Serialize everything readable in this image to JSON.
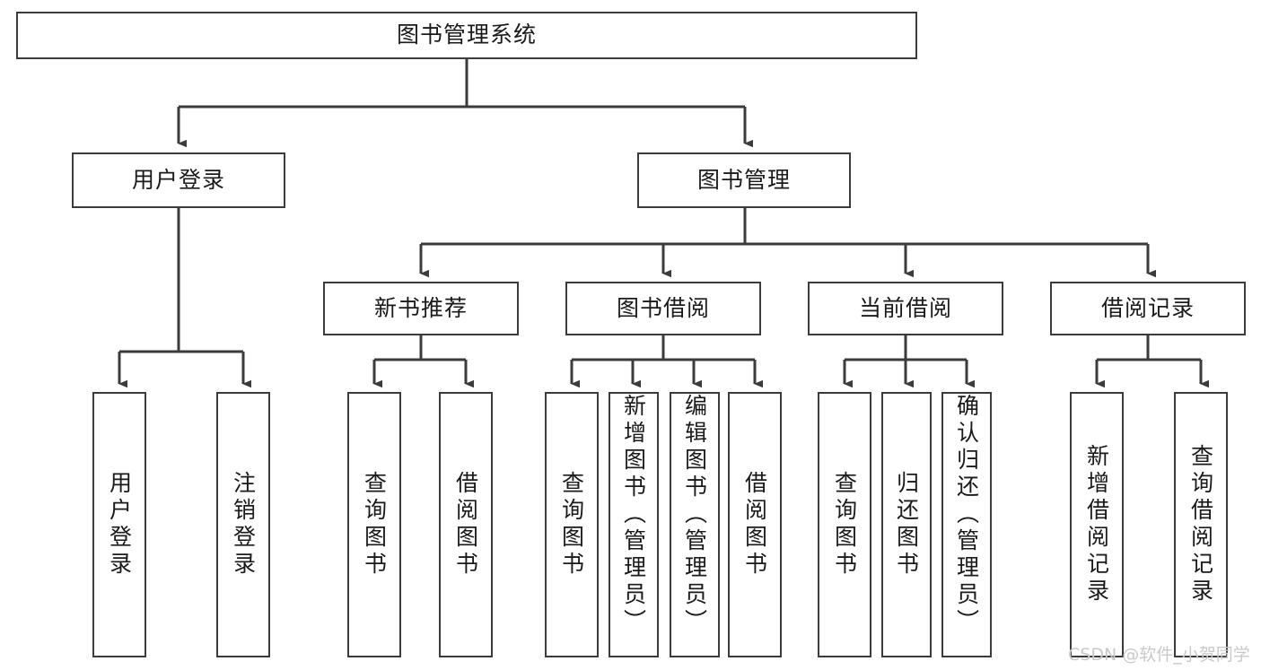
{
  "diagram": {
    "title": "图书管理系统",
    "type": "tree-hierarchy",
    "root": {
      "label": "图书管理系统"
    },
    "level2": [
      {
        "label": "用户登录"
      },
      {
        "label": "图书管理"
      }
    ],
    "level3": [
      {
        "label": "新书推荐"
      },
      {
        "label": "图书借阅"
      },
      {
        "label": "当前借阅"
      },
      {
        "label": "借阅记录"
      }
    ],
    "leaves": {
      "user_login": [
        {
          "label": "用户登录"
        },
        {
          "label": "注销登录"
        }
      ],
      "new_book_recommend": [
        {
          "label": "查询图书"
        },
        {
          "label": "借阅图书"
        }
      ],
      "book_borrow": [
        {
          "label": "查询图书"
        },
        {
          "label": "新增图书（管理员）"
        },
        {
          "label": "编辑图书（管理员）"
        },
        {
          "label": "借阅图书"
        }
      ],
      "current_borrow": [
        {
          "label": "查询图书"
        },
        {
          "label": "归还图书"
        },
        {
          "label": "确认归还（管理员）"
        }
      ],
      "borrow_record": [
        {
          "label": "新增借阅记录"
        },
        {
          "label": "查询借阅记录"
        }
      ]
    }
  },
  "watermark": {
    "text": "CSDN @软件_小贺同学"
  },
  "colors": {
    "border": "#3b3b3b",
    "text": "#1a1a1a",
    "background": "#ffffff",
    "watermark": "#c9c9c9"
  }
}
